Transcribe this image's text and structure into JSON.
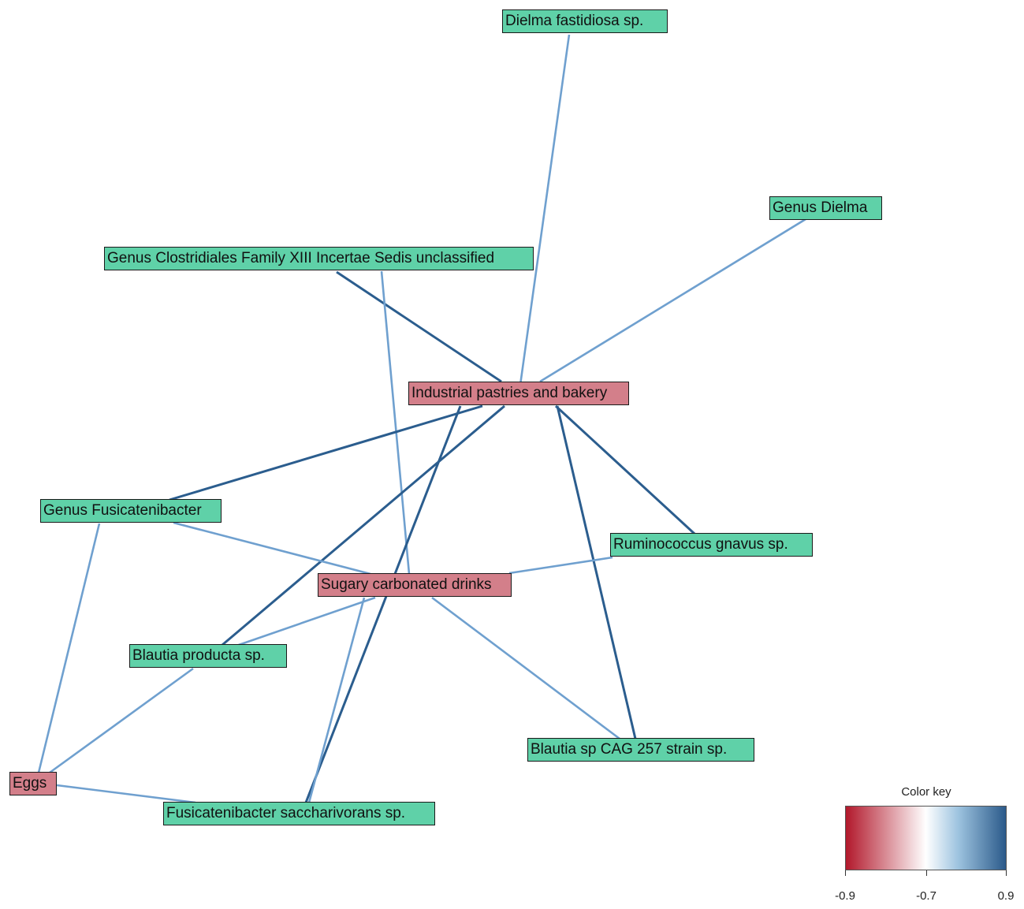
{
  "colors": {
    "food_node": "#d37f8a",
    "taxon_node": "#5fd1a8",
    "edge_light": "#6fa0cf",
    "edge_dark": "#2b5d8e",
    "key_low": "#b2182b",
    "key_mid": "#ffffff",
    "key_high": "#2b5a8a"
  },
  "nodes": [
    {
      "id": "dielma_fastidiosa",
      "label": "Dielma fastidiosa sp.",
      "group": "taxon"
    },
    {
      "id": "genus_dielma",
      "label": "Genus Dielma",
      "group": "taxon"
    },
    {
      "id": "genus_clostridiales",
      "label": "Genus Clostridiales Family XIII Incertae Sedis unclassified",
      "group": "taxon"
    },
    {
      "id": "industrial_pastries",
      "label": "Industrial pastries and bakery",
      "group": "food"
    },
    {
      "id": "genus_fusicatenibacter",
      "label": "Genus Fusicatenibacter",
      "group": "taxon"
    },
    {
      "id": "ruminococcus_gnavus",
      "label": "Ruminococcus gnavus sp.",
      "group": "taxon"
    },
    {
      "id": "sugary_drinks",
      "label": "Sugary carbonated drinks",
      "group": "food"
    },
    {
      "id": "blautia_producta",
      "label": "Blautia producta sp.",
      "group": "taxon"
    },
    {
      "id": "blautia_cag257",
      "label": "Blautia sp CAG 257 strain sp.",
      "group": "taxon"
    },
    {
      "id": "eggs",
      "label": "Eggs",
      "group": "food"
    },
    {
      "id": "fusicatenibacter_saccharivorans",
      "label": "Fusicatenibacter saccharivorans sp.",
      "group": "taxon"
    }
  ],
  "edges": [
    {
      "source": "industrial_pastries",
      "target": "dielma_fastidiosa",
      "strength": "light"
    },
    {
      "source": "industrial_pastries",
      "target": "genus_dielma",
      "strength": "light"
    },
    {
      "source": "industrial_pastries",
      "target": "genus_clostridiales",
      "strength": "dark"
    },
    {
      "source": "sugary_drinks",
      "target": "genus_clostridiales",
      "strength": "light"
    },
    {
      "source": "industrial_pastries",
      "target": "genus_fusicatenibacter",
      "strength": "dark"
    },
    {
      "source": "industrial_pastries",
      "target": "ruminococcus_gnavus",
      "strength": "dark"
    },
    {
      "source": "industrial_pastries",
      "target": "blautia_producta",
      "strength": "dark"
    },
    {
      "source": "industrial_pastries",
      "target": "fusicatenibacter_saccharivorans",
      "strength": "dark"
    },
    {
      "source": "industrial_pastries",
      "target": "blautia_cag257",
      "strength": "dark"
    },
    {
      "source": "sugary_drinks",
      "target": "genus_fusicatenibacter",
      "strength": "light"
    },
    {
      "source": "sugary_drinks",
      "target": "ruminococcus_gnavus",
      "strength": "light"
    },
    {
      "source": "sugary_drinks",
      "target": "blautia_producta",
      "strength": "light"
    },
    {
      "source": "sugary_drinks",
      "target": "fusicatenibacter_saccharivorans",
      "strength": "light"
    },
    {
      "source": "sugary_drinks",
      "target": "blautia_cag257",
      "strength": "light"
    },
    {
      "source": "eggs",
      "target": "genus_fusicatenibacter",
      "strength": "light"
    },
    {
      "source": "eggs",
      "target": "blautia_producta",
      "strength": "light"
    },
    {
      "source": "eggs",
      "target": "fusicatenibacter_saccharivorans",
      "strength": "light"
    }
  ],
  "color_key": {
    "title": "Color key",
    "ticks": [
      "-0.9",
      "-0.7",
      "0.9"
    ]
  }
}
